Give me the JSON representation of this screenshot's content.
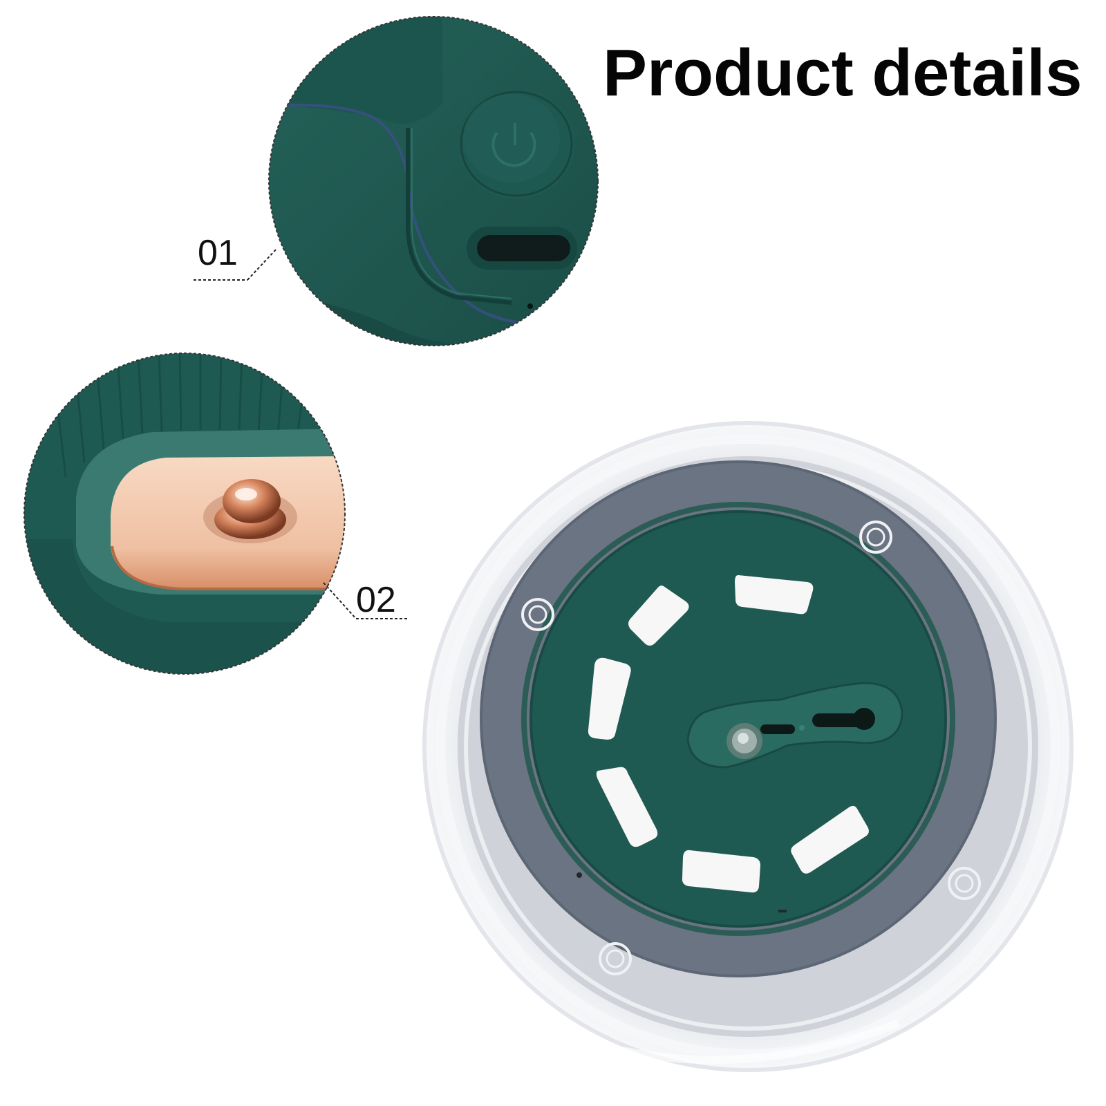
{
  "header": {
    "title": "Product details"
  },
  "callouts": [
    {
      "label": "01"
    },
    {
      "label": "02"
    }
  ],
  "colors": {
    "product_green": "#1f5a52",
    "rose_gold": "#f3cbb0",
    "grey_ring": "#6b7482",
    "clear_shell": "#e6e8ec"
  },
  "icons": {
    "button": "power-icon",
    "port": "usb-c-port-icon"
  }
}
